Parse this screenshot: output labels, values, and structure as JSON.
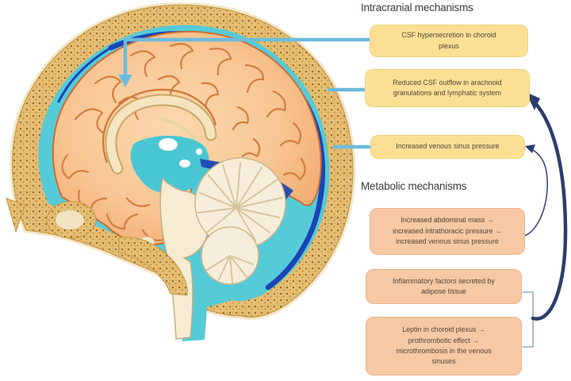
{
  "figure": {
    "illustration": "sagittal brain and skull cross-section",
    "intracranial": {
      "heading": "Intracranial mechanisms",
      "boxes": [
        {
          "lines": [
            "CSF hypersecretion in choroid",
            "plexus"
          ]
        },
        {
          "lines": [
            "Reduced CSF outflow in arachnoid",
            "granulations and lymphatic system"
          ]
        },
        {
          "lines": [
            "Increased venous sinus pressure"
          ]
        }
      ]
    },
    "metabolic": {
      "heading": "Metabolic mechanisms",
      "boxes": [
        {
          "lines": [
            "Increased abdominal mass  →",
            "increased intrathoracic pressure  →",
            "increased venous sinus pressure"
          ]
        },
        {
          "lines": [
            "Inflammatory factors secreted by",
            "adipose tissue"
          ]
        },
        {
          "lines": [
            "Leptin in choroid plexus  →",
            "prothrombotic effect  →",
            "microthrombosis in the venous",
            "sinuses"
          ]
        }
      ]
    },
    "colors": {
      "intracranial_box_bg": "#fbe094",
      "intracranial_box_border": "#f0d17c",
      "metabolic_box_bg": "#f6c8a4",
      "metabolic_box_border": "#ecb289",
      "connector_blue": "#6cbbdc",
      "feedback_arrow_navy": "#2c3e6e",
      "bracket_gray_blue": "#96a9c9",
      "heading_text": "#3a3a3a",
      "box_text": "#53453a",
      "skull_bone": "#e5be74",
      "csf_turquoise": "#55cbd8",
      "venous_sinus_navy": "#1c44b4",
      "cortex_peach": "#f8c694"
    }
  }
}
